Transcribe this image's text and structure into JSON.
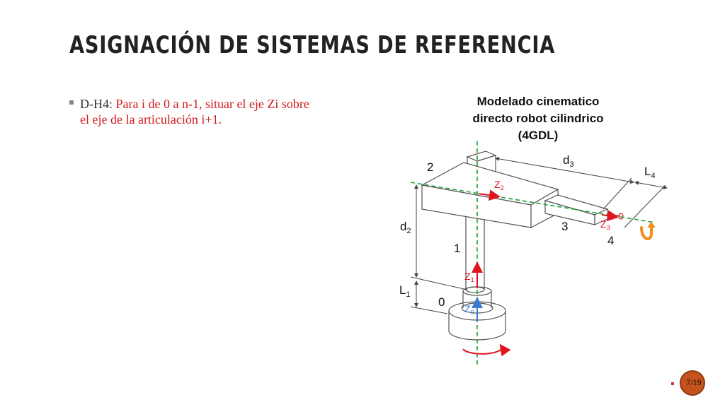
{
  "slide": {
    "title": "ASIGNACIÓN DE SISTEMAS DE REFERENCIA",
    "bullet": {
      "prefix": "D-H4: ",
      "text_red": "Para i de 0 a n-1, situar el eje Zi sobre",
      "text_continuation": "el eje de la articulación i+1."
    },
    "page_number": "7/19"
  },
  "diagram": {
    "title_lines": [
      "Modelado cinematico",
      "directo robot cilindrico",
      "(4GDL)"
    ],
    "labels": {
      "link_0": "0",
      "link_1": "1",
      "link_2": "2",
      "link_3": "3",
      "link_4": "4",
      "d2": "d",
      "d2_sub": "2",
      "d3": "d",
      "d3_sub": "3",
      "l1": "L",
      "l1_sub": "1",
      "l4": "L",
      "l4_sub": "4",
      "z0": "Z",
      "z0_sub": "0",
      "z1": "Z",
      "z1_sub": "1",
      "z2": "Z",
      "z2_sub": "2",
      "z3": "Z",
      "z3_sub": "3"
    },
    "colors": {
      "axis_green": "#1aa33a",
      "arrow_red": "#e0141e",
      "z0_blue": "#3a7bd5",
      "rotate_orange": "#f28c1c",
      "outline": "#555555"
    }
  }
}
